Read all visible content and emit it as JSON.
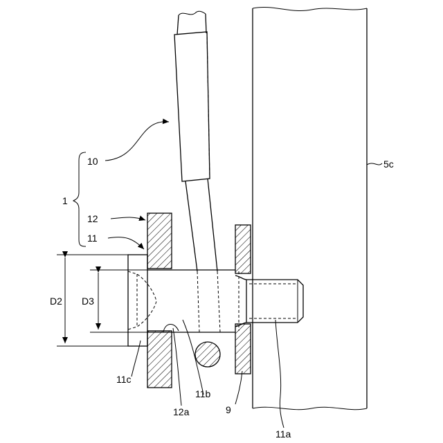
{
  "labels": {
    "assembly": "1",
    "rod": "10",
    "bushing": "11",
    "plate": "12",
    "flange_end": "11c",
    "shaft": "11b",
    "threaded_end": "11a",
    "plate_hole": "12a",
    "bracket": "9",
    "frame": "5c",
    "dim_outer": "D2",
    "dim_inner": "D3"
  }
}
